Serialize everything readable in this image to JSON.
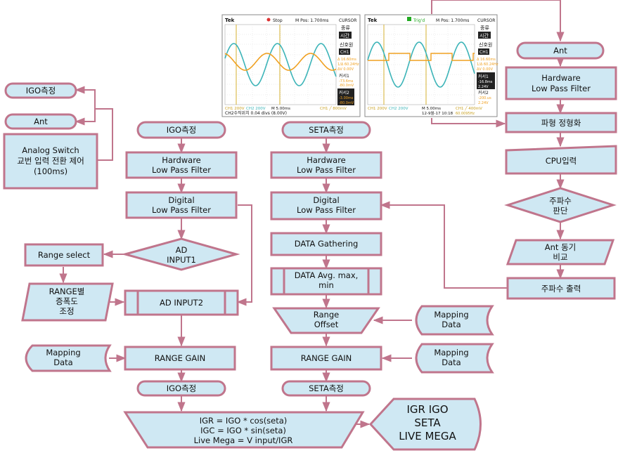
{
  "colors": {
    "box_fill": "#cfe8f3",
    "box_stroke": "#c0758c",
    "connector": "#c0758c",
    "scope_bg": "#ffffff",
    "scope_trace_cyan": "#3cb4b8",
    "scope_trace_orange": "#f0a020",
    "scope_marker": "#d4b030"
  },
  "legend": {
    "igo_label": "IGO측정",
    "ant_label": "Ant",
    "switch_text": [
      "Analog  Switch",
      "교번 입력 전환 제어",
      "(100ms)"
    ]
  },
  "igo_chain": {
    "start": "IGO측정",
    "hw_lpf": [
      "Hardware",
      "Low Pass Filter"
    ],
    "dig_lpf": [
      "Digital",
      "Low Pass Filter"
    ],
    "ad_input1": [
      "AD",
      "INPUT1"
    ],
    "range_select": "Range select",
    "range_adjust": [
      "RANGE별",
      "증폭도",
      "조정"
    ],
    "ad_input2": "AD INPUT2",
    "mapping": [
      "Mapping",
      "Data"
    ],
    "range_gain": "RANGE GAIN",
    "end": "IGO측정"
  },
  "seta_chain": {
    "start": "SETA측정",
    "hw_lpf": [
      "Hardware",
      "Low Pass Filter"
    ],
    "dig_lpf": [
      "Digital",
      "Low Pass Filter"
    ],
    "gathering": "DATA Gathering",
    "avg": [
      "DATA  Avg. max,",
      "min"
    ],
    "range_offset": [
      "Range",
      "Offset"
    ],
    "mapping_offset": [
      "Mapping",
      "Data"
    ],
    "range_gain": "RANGE GAIN",
    "mapping_gain": [
      "Mapping",
      "Data"
    ],
    "end": "SETA측정"
  },
  "ant_chain": {
    "start": "Ant",
    "hw_lpf": [
      "Hardware",
      "Low Pass Filter"
    ],
    "shaping": "파형 정형화",
    "cpu": "CPU입력",
    "freq_judge": [
      "주파수",
      "판단"
    ],
    "ant_sync": [
      "Ant 동기",
      "비교"
    ],
    "freq_out": "주파수 출력"
  },
  "formula": [
    "IGR = IGO * cos(seta)",
    "IGC = IGO * sin(seta)",
    "Live Mega = V input/IGR"
  ],
  "output": [
    "IGR    IGO",
    "SETA",
    "LIVE MEGA"
  ],
  "scope_left": {
    "brand": "Tek",
    "state": "Stop",
    "mpos": "M Pos: 1.700ms",
    "mode": "CURSOR",
    "menu": [
      "종류",
      "시간",
      "신호원",
      "CH1"
    ],
    "cursor_readout": [
      "Δ 16.60ms",
      "1/Δ 60.24Hz",
      "ΔV 0.00V"
    ],
    "cursor1": [
      "커서1",
      "-73.6ms",
      "-80.0mV"
    ],
    "cursor2": [
      "커서2",
      "-3.00ms",
      "-80.0mV"
    ],
    "bottom": [
      "CH1  200V",
      "CH2  200V",
      "M 5.00ms",
      "CH1 ╱ 800mV"
    ],
    "caption": "CH2수직위치 0.04 divs (8.00V)"
  },
  "scope_right": {
    "brand": "Tek",
    "state": "Trig'd",
    "mpos": "M Pos: 1.700ms",
    "mode": "CURSOR",
    "menu": [
      "종류",
      "시간",
      "신호원",
      "CH1"
    ],
    "cursor_readout": [
      "Δ 16.60ms",
      "1/Δ 60.24Hz",
      "ΔV 0.00V"
    ],
    "cursor1": [
      "커서1",
      "-16.8ms",
      "2.24V"
    ],
    "cursor2": [
      "커서2",
      "-200.us",
      "2.24V"
    ],
    "bottom": [
      "CH1  200V",
      "CH2  200V",
      "M 5.00ms",
      "CH1 ╱ 400mV"
    ],
    "caption": "12-9월-17 10:18",
    "freq": "60.0095Hz"
  }
}
